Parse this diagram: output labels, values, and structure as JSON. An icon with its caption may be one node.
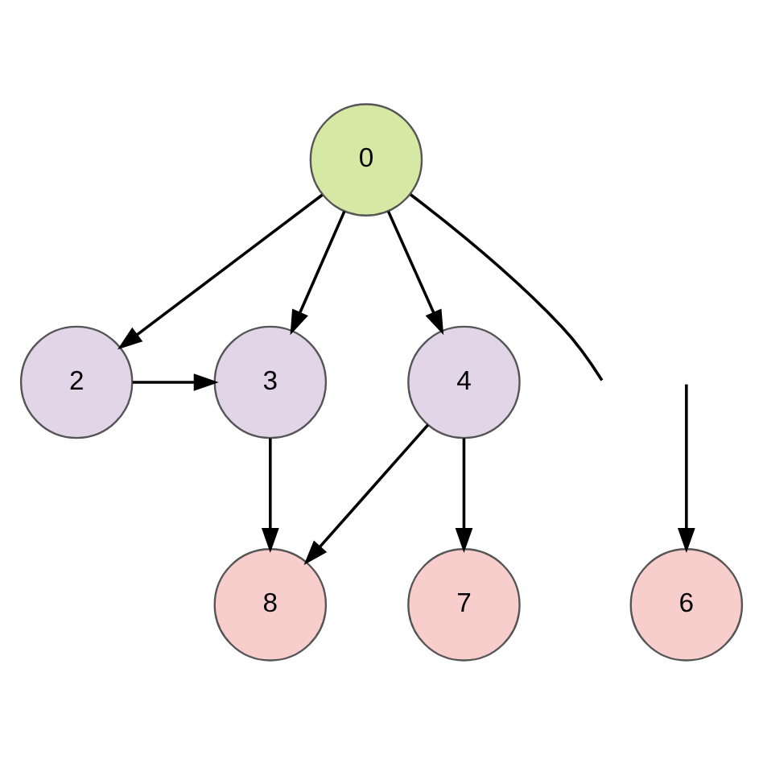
{
  "diagram": {
    "nodes": [
      {
        "text": [
          "0"
        ]
      },
      {
        "text": [
          "2"
        ]
      },
      {
        "text": [
          "3"
        ]
      },
      {
        "text": [
          "4"
        ]
      },
      {
        "text": [
          "6"
        ]
      },
      {
        "text": [
          "7"
        ]
      },
      {
        "text": [
          "8"
        ]
      }
    ],
    "edges": [
      {
        "from": 0,
        "to": null,
        "arrow": "none"
      },
      {
        "from": 0,
        "to": 1,
        "arrow": "to"
      },
      {
        "from": 0,
        "to": 2,
        "arrow": "to"
      },
      {
        "from": 0,
        "to": 3,
        "arrow": "to"
      },
      {
        "from": 1,
        "to": 2,
        "arrow": "to"
      },
      {
        "from": 2,
        "to": 6,
        "arrow": "to"
      },
      {
        "from": 3,
        "to": 5,
        "arrow": "to"
      },
      {
        "from": 3,
        "to": 6,
        "arrow": "to"
      },
      {
        "from": null,
        "to": 4,
        "arrow": "to"
      }
    ]
  }
}
